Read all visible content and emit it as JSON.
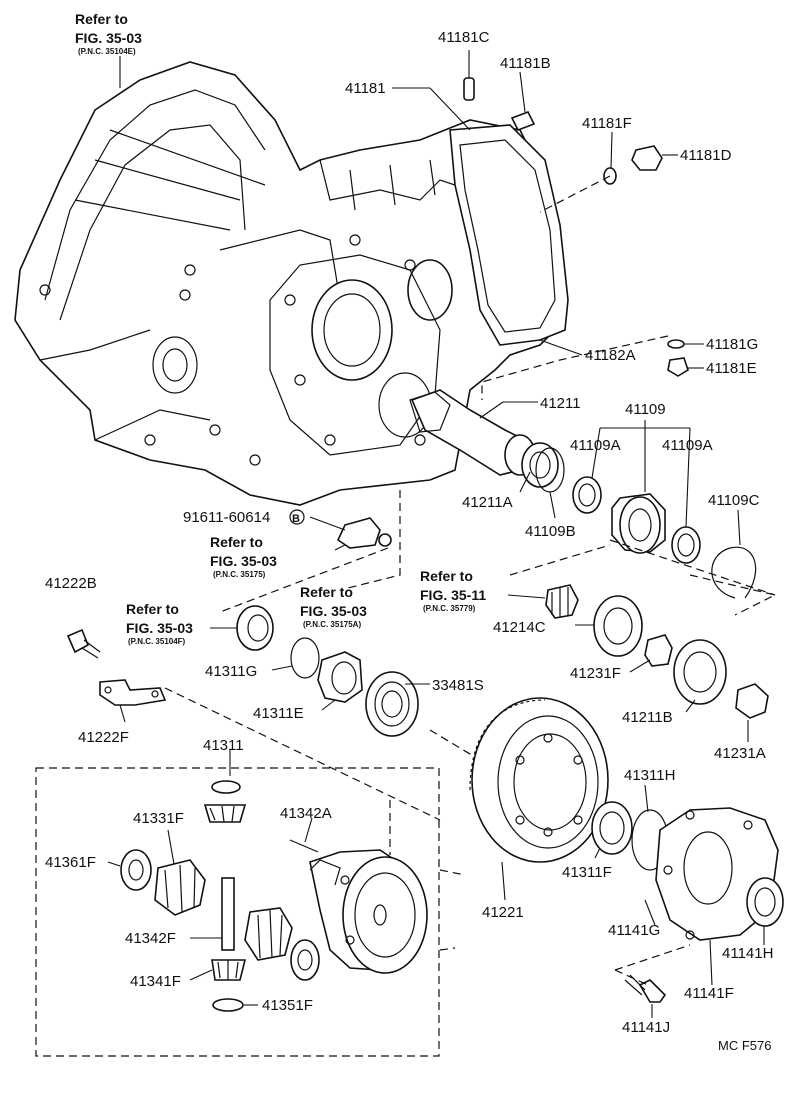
{
  "labels": {
    "l41181C": "41181C",
    "l41181B": "41181B",
    "l41181": "41181",
    "l41181F": "41181F",
    "l41181D": "41181D",
    "l41182A": "41182A",
    "l41181G": "41181G",
    "l41181E": "41181E",
    "l41211": "41211",
    "l41109": "41109",
    "l41109A_1": "41109A",
    "l41109A_2": "41109A",
    "l41211A": "41211A",
    "l41109B": "41109B",
    "l41109C": "41109C",
    "l91611": "91611-60614",
    "l41222B": "41222B",
    "l41214C": "41214C",
    "l41311G": "41311G",
    "l33481S": "33481S",
    "l41231F": "41231F",
    "l41311E": "41311E",
    "l41211B": "41211B",
    "l41231A": "41231A",
    "l41222F": "41222F",
    "l41311": "41311",
    "l41311H": "41311H",
    "l41331F": "41331F",
    "l41342A": "41342A",
    "l41361F": "41361F",
    "l41311F": "41311F",
    "l41221": "41221",
    "l41141G": "41141G",
    "l41342F": "41342F",
    "l41141H": "41141H",
    "l41341F": "41341F",
    "l41141F": "41141F",
    "l41351F": "41351F",
    "l41141J": "41141J",
    "catalog_code": "MC F576",
    "bolt_marker": "B"
  },
  "references": {
    "ref1": {
      "title": "Refer to",
      "fig": "FIG. 35-03",
      "pnc": "(P.N.C. 35104E)"
    },
    "ref2": {
      "title": "Refer to",
      "fig": "FIG. 35-03",
      "pnc": "(P.N.C. 35175)"
    },
    "ref3": {
      "title": "Refer to",
      "fig": "FIG. 35-03",
      "pnc": "(P.N.C. 35104F)"
    },
    "ref4": {
      "title": "Refer to",
      "fig": "FIG. 35-03",
      "pnc": "(P.N.C. 35175A)"
    },
    "ref5": {
      "title": "Refer to",
      "fig": "FIG. 35-11",
      "pnc": "(P.N.C. 35779)"
    }
  }
}
